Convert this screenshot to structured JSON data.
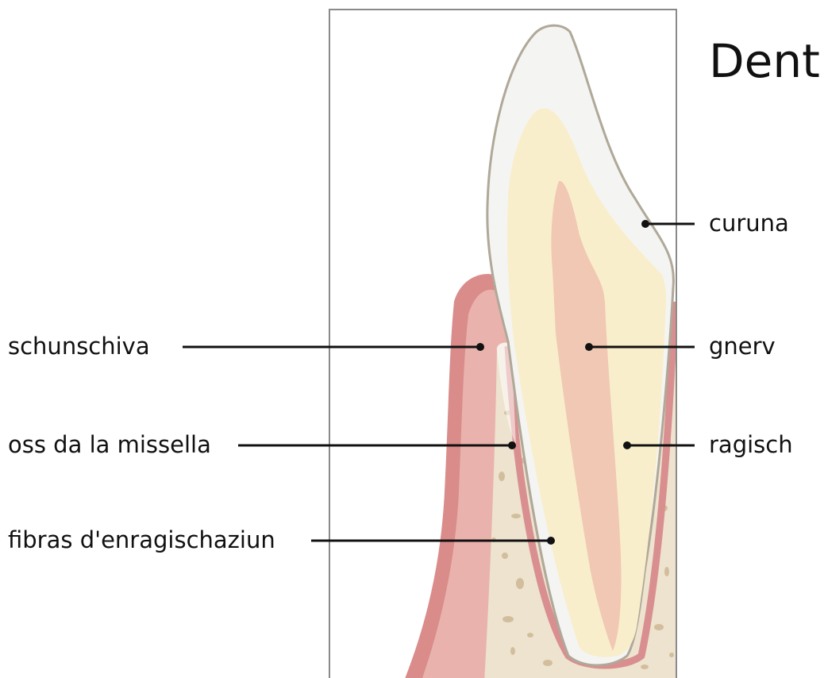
{
  "title": "Dent",
  "labels": {
    "crown": "curuna",
    "gum": "schunschiva",
    "nerve": "gnerv",
    "jaw_bone": "oss da la missella",
    "root": "ragisch",
    "fibers": "fibras d'enragischaziun"
  },
  "colors": {
    "enamel": "#f4f4f3",
    "dentin": "#f9eecc",
    "pulp": "#f0c8b4",
    "gum": "#eab2ad",
    "gum_outer": "#d98c89",
    "bone": "#ede3cf",
    "bone_spots": "#c9b28c",
    "fibers": "#d98f8f",
    "outline": "#b0a898",
    "frame": "#8a8a8a",
    "leader": "#111111"
  },
  "icons": [
    "tooth-cross-section-illustration"
  ]
}
